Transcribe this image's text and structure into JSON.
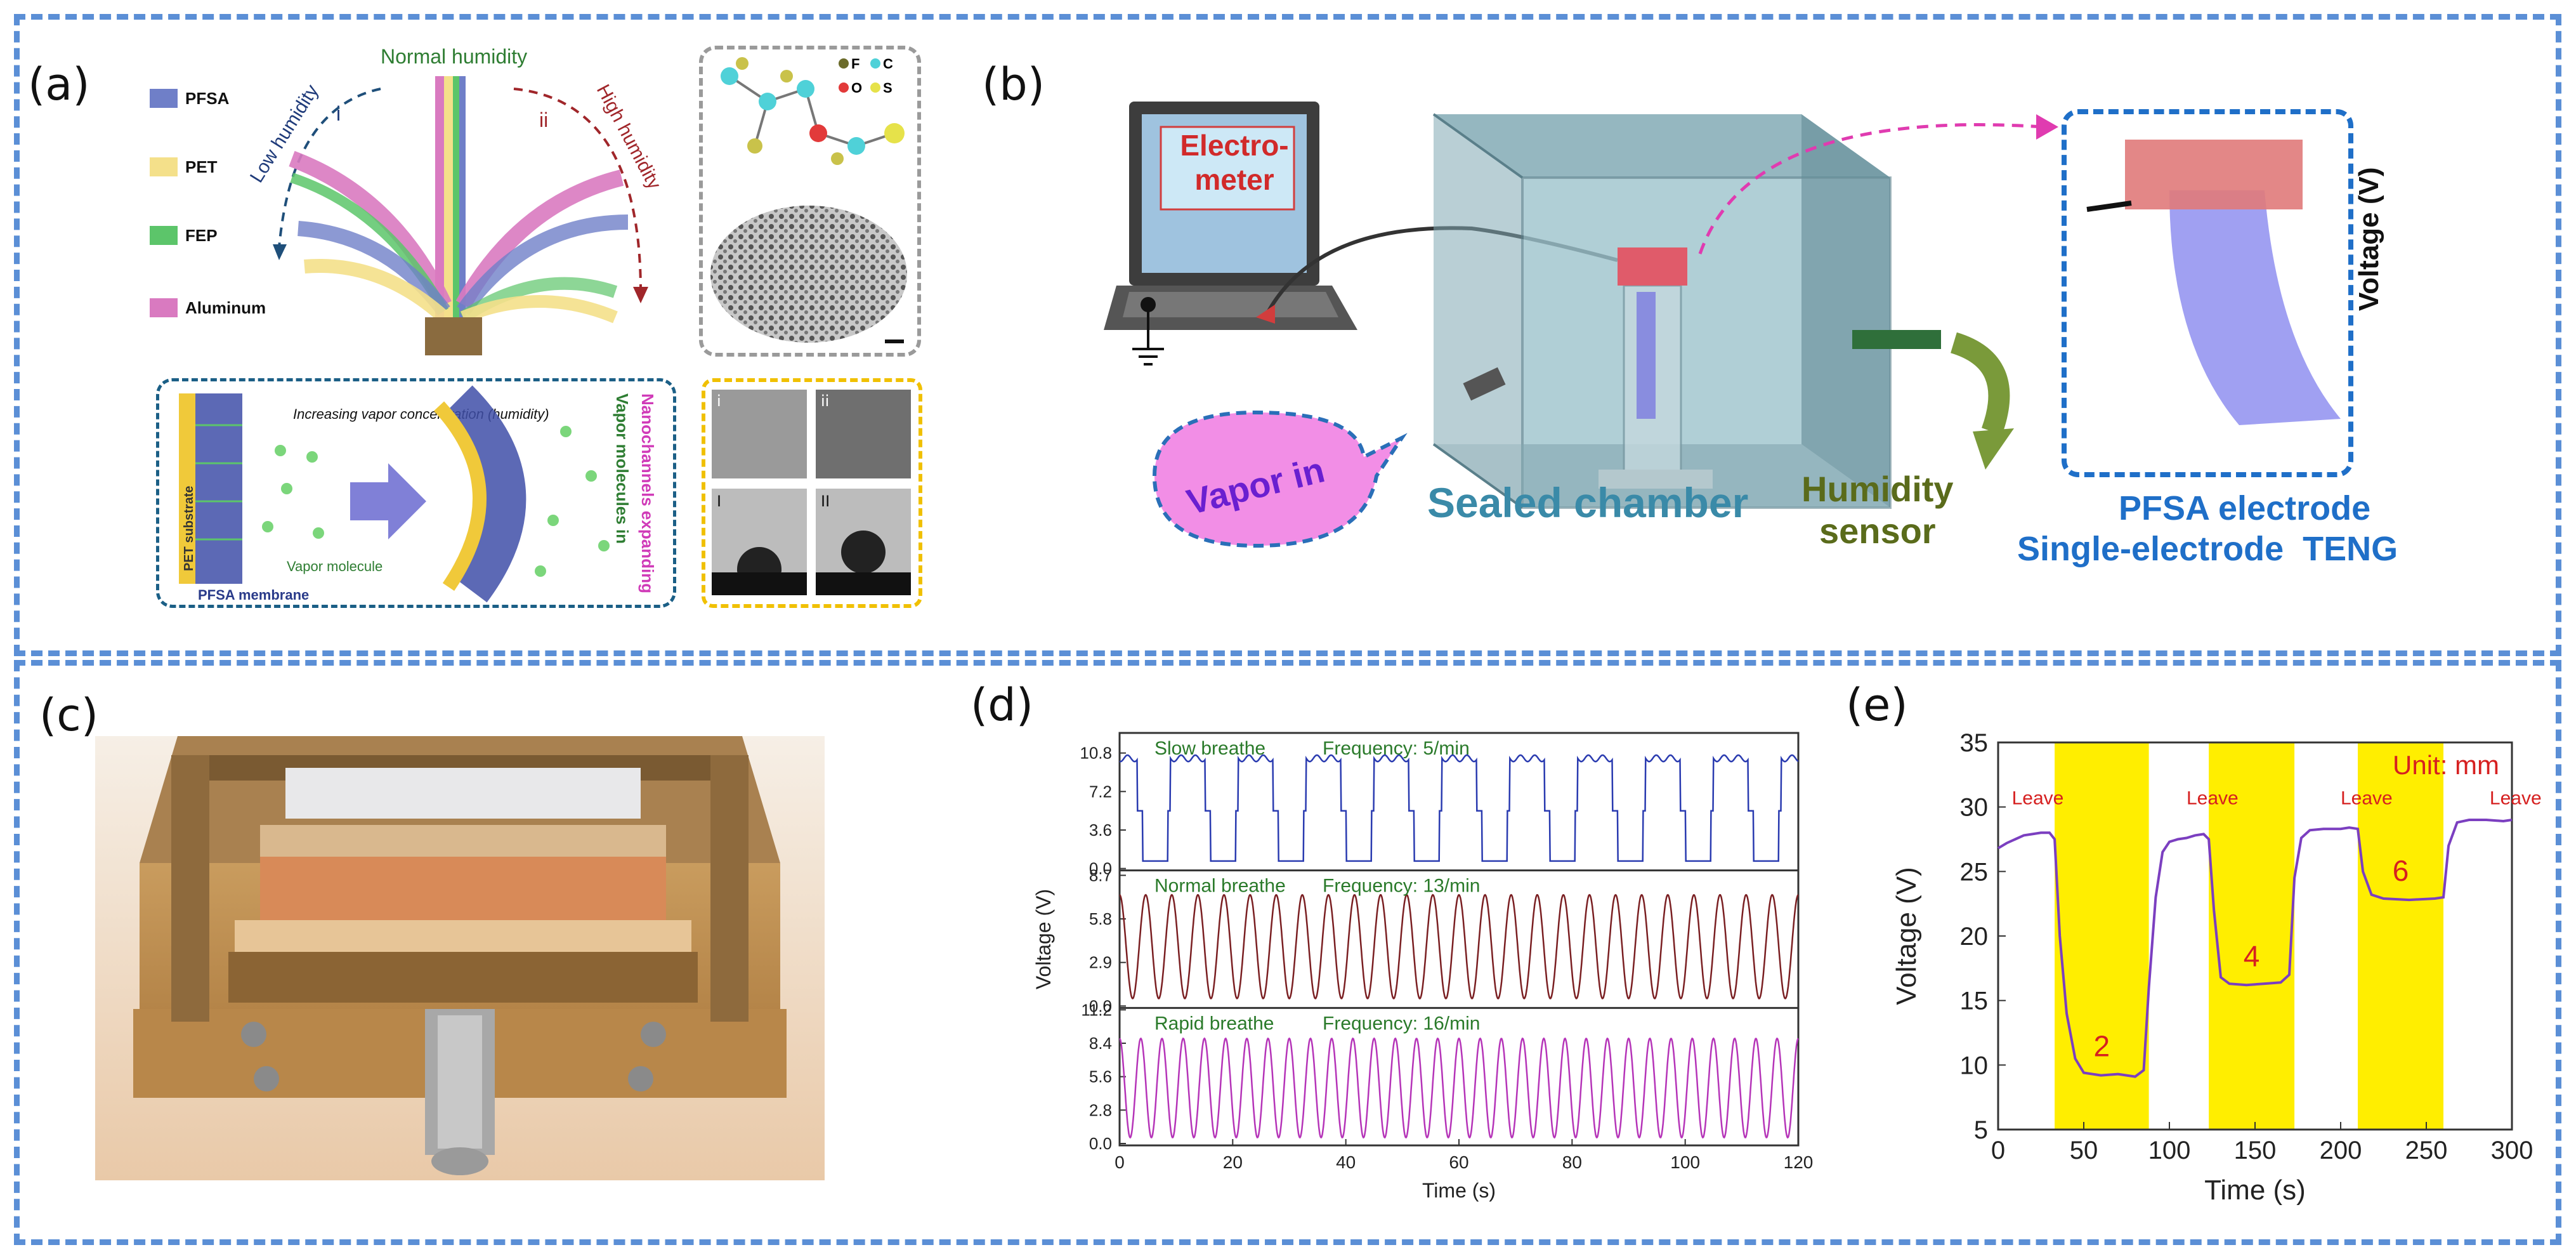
{
  "panels": {
    "a": {
      "label": "(a)",
      "legend": [
        "PFSA",
        "PET",
        "FEP",
        "Aluminum"
      ],
      "legend_colors": [
        "#6f7fc8",
        "#f4e08a",
        "#5cc56a",
        "#d97ac0"
      ],
      "normal_humidity": "Normal humidity",
      "low_humidity": "Low humidity",
      "high_humidity": "High humidity",
      "roman_i": "i",
      "roman_ii": "ii",
      "elements": [
        "F",
        "C",
        "O",
        "S"
      ],
      "pet_substrate": "PET substrate",
      "pfsa_membrane": "PFSA membrane",
      "increasing": "Increasing vapor concentration (humidity)",
      "vapor_molecule": "Vapor molecule",
      "nanochannels": "Nanochannels expanding",
      "vapor_in": "Vapor molecules in",
      "sem_labels": [
        "i",
        "ii",
        "I",
        "II"
      ]
    },
    "b": {
      "label": "(b)",
      "electrometer": "Electro-\nmeter",
      "vapor_in": "Vapor in",
      "sealed_chamber": "Sealed chamber",
      "humidity_sensor": "Humidity\nsensor",
      "pfsa_electrode": "PFSA electrode",
      "single_electrode": "Single-electrode  TENG",
      "voltage": "Voltage (V)"
    },
    "c": {
      "label": "(c)"
    },
    "d": {
      "label": "(d)"
    },
    "e": {
      "label": "(e)"
    }
  },
  "chart_data": [
    {
      "type": "line",
      "panel": "d",
      "xlabel": "Time (s)",
      "ylabel": "Voltage (V)",
      "xlim": [
        0,
        120
      ],
      "xticks": [
        0,
        20,
        40,
        60,
        80,
        100,
        120
      ],
      "color_axis": "#333333",
      "subplots": [
        {
          "name": "Slow breathe",
          "annotation": "Frequency: 5/min",
          "color": "#2a3bb0",
          "ylim": [
            0,
            12.5
          ],
          "yticks": [
            "0.0",
            "3.6",
            "7.2",
            "10.8"
          ],
          "frequency_per_min": 5,
          "high": 10.3,
          "low": 0.5
        },
        {
          "name": "Normal breathe",
          "annotation": "Frequency: 13/min",
          "color": "#7a1f22",
          "ylim": [
            0,
            8.9
          ],
          "yticks": [
            "0.0",
            "2.9",
            "5.8",
            "8.7"
          ],
          "frequency_per_min": 13,
          "high": 7.4,
          "low": 0.5
        },
        {
          "name": "Rapid breathe",
          "annotation": "Frequency: 16/min",
          "color": "#b534b8",
          "ylim": [
            0,
            11.2
          ],
          "yticks": [
            "0.0",
            "2.8",
            "5.6",
            "8.4",
            "11.2"
          ],
          "frequency_per_min": 16,
          "high": 8.8,
          "low": 0.5
        }
      ]
    },
    {
      "type": "line",
      "panel": "e",
      "xlabel": "Time (s)",
      "ylabel": "Voltage (V)",
      "xlim": [
        0,
        300
      ],
      "ylim": [
        5,
        35
      ],
      "xticks": [
        0,
        50,
        100,
        150,
        200,
        250,
        300
      ],
      "yticks": [
        5,
        10,
        15,
        20,
        25,
        30,
        35
      ],
      "unit_note": "Unit: mm",
      "leave_label": "Leave",
      "line_color": "#7b3fc0",
      "band_color": "#ffee00",
      "bands": [
        {
          "x0": 33,
          "x1": 88,
          "label": "2",
          "level": 9.2
        },
        {
          "x0": 123,
          "x1": 173,
          "label": "4",
          "level": 16.2
        },
        {
          "x0": 210,
          "x1": 260,
          "label": "6",
          "level": 22.8
        }
      ],
      "series": [
        {
          "x": [
            0,
            5,
            10,
            15,
            20,
            25,
            30,
            33,
            36,
            40,
            45,
            50,
            60,
            70,
            80,
            85,
            88,
            92,
            96,
            100,
            105,
            110,
            115,
            120,
            123,
            126,
            130,
            135,
            145,
            155,
            165,
            170,
            173,
            177,
            182,
            190,
            200,
            205,
            210,
            213,
            218,
            225,
            240,
            255,
            260,
            263,
            268,
            275,
            285,
            295,
            300
          ],
          "y": [
            26.8,
            27.2,
            27.5,
            27.8,
            27.9,
            28.0,
            28.0,
            27.5,
            20.0,
            14.0,
            10.5,
            9.4,
            9.2,
            9.3,
            9.1,
            9.6,
            16.0,
            23.0,
            26.5,
            27.3,
            27.5,
            27.6,
            27.8,
            27.9,
            27.5,
            22.0,
            16.8,
            16.3,
            16.2,
            16.3,
            16.4,
            17.0,
            24.5,
            27.6,
            28.2,
            28.3,
            28.3,
            28.4,
            28.3,
            25.0,
            23.2,
            22.9,
            22.8,
            22.9,
            23.0,
            27.0,
            28.8,
            29.0,
            29.0,
            28.9,
            29.0
          ]
        }
      ],
      "leave_x": [
        8,
        110,
        200,
        287
      ]
    }
  ]
}
